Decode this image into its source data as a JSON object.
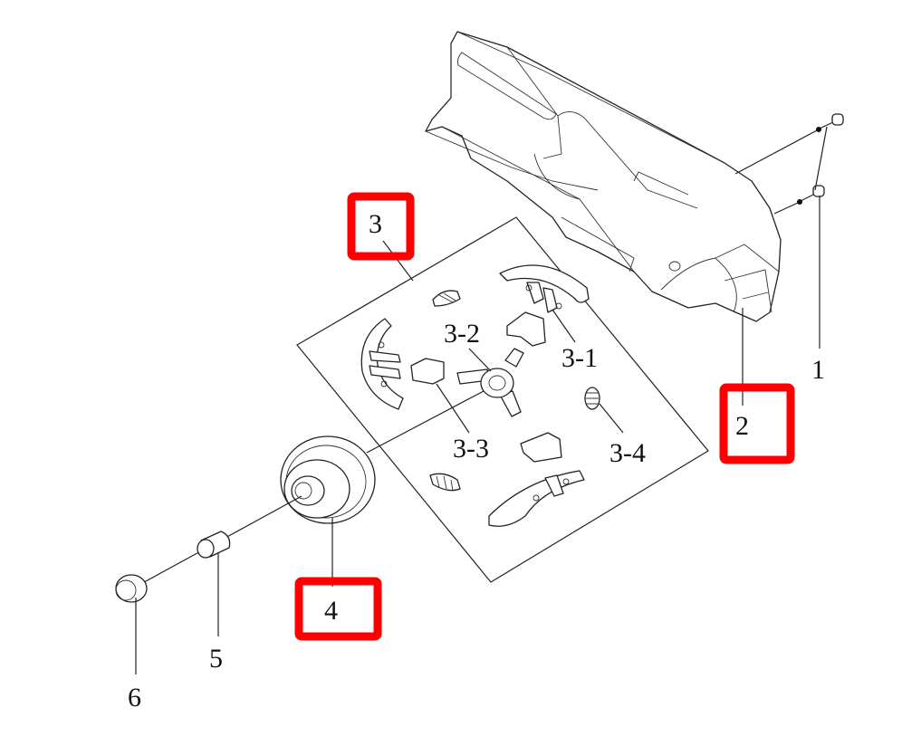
{
  "diagram": {
    "type": "exploded-parts-diagram",
    "callouts": [
      {
        "id": "1",
        "label": "1",
        "part": "bolt-pair",
        "highlighted": false
      },
      {
        "id": "2",
        "label": "2",
        "part": "clutch-cover",
        "highlighted": true
      },
      {
        "id": "3",
        "label": "3",
        "part": "clutch-assembly",
        "highlighted": true
      },
      {
        "id": "3-1",
        "label": "3-1",
        "part": "clutch-shoe",
        "highlighted": false
      },
      {
        "id": "3-2",
        "label": "3-2",
        "part": "clutch-hub",
        "highlighted": false
      },
      {
        "id": "3-3",
        "label": "3-3",
        "part": "shoe-insert",
        "highlighted": false
      },
      {
        "id": "3-4",
        "label": "3-4",
        "part": "clutch-spring",
        "highlighted": false
      },
      {
        "id": "4",
        "label": "4",
        "part": "clutch-drum",
        "highlighted": true
      },
      {
        "id": "5",
        "label": "5",
        "part": "needle-bearing",
        "highlighted": false
      },
      {
        "id": "6",
        "label": "6",
        "part": "washer",
        "highlighted": false
      }
    ],
    "highlight_color": "#ff0000"
  }
}
